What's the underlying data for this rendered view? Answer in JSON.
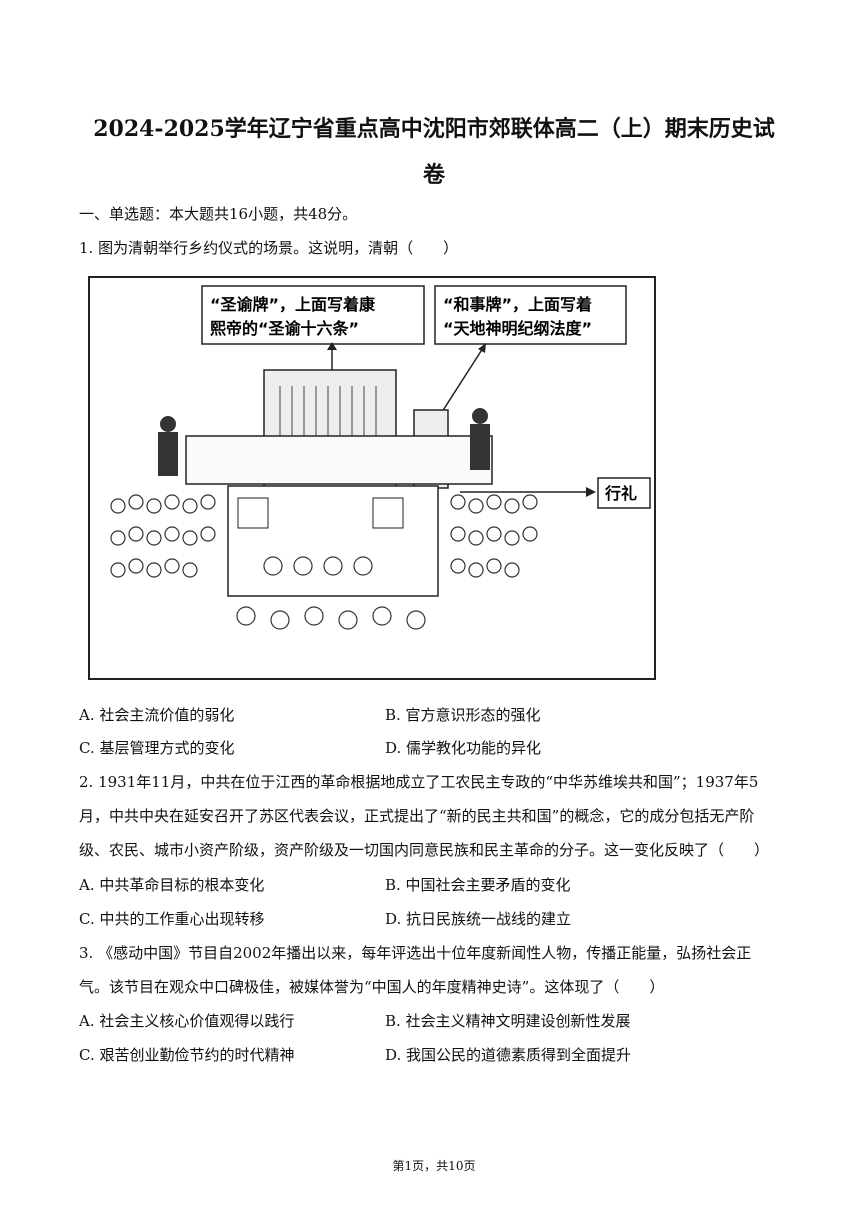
{
  "document": {
    "title_line1": "2024-2025学年辽宁省重点高中沈阳市郊联体高二（上）期末历史试",
    "title_line2": "卷",
    "section_heading": "一、单选题：本大题共16小题，共48分。",
    "questions": [
      {
        "stem_lines": [
          "1. 图为清朝举行乡约仪式的场景。这说明，清朝（　　）"
        ],
        "options": [
          "A. 社会主流价值的弱化",
          "B. 官方意识形态的强化",
          "C. 基层管理方式的变化",
          "D. 儒学教化功能的异化"
        ]
      },
      {
        "stem_lines": [
          "2. 1931年11月，中共在位于江西的革命根据地成立了工农民主专政的“中华苏维埃共和国”；1937年5",
          "月，中共中央在延安召开了苏区代表会议，正式提出了“新的民主共和国”的概念，它的成分包括无产阶",
          "级、农民、城市小资产阶级，资产阶级及一切国内同意民族和民主革命的分子。这一变化反映了（　　）"
        ],
        "options": [
          "A. 中共革命目标的根本变化",
          "B. 中国社会主要矛盾的变化",
          "C. 中共的工作重心出现转移",
          "D. 抗日民族统一战线的建立"
        ]
      },
      {
        "stem_lines": [
          "3. 《感动中国》节目自2002年播出以来，每年评选出十位年度新闻性人物，传播正能量，弘扬社会正",
          "气。该节目在观众中口碑极佳，被媒体誉为“中国人的年度精神史诗”。这体现了（　　）"
        ],
        "options": [
          "A. 社会主义核心价值观得以践行",
          "B. 社会主义精神文明建设创新性发展",
          "C. 艰苦创业勤俭节约的时代精神",
          "D. 我国公民的道德素质得到全面提升"
        ]
      }
    ],
    "figure": {
      "callout_left_line1": "“圣谕牌”，上面写着康",
      "callout_left_line2": "熙帝的“圣谕十六条”",
      "callout_right_line1": "“和事牌”，上面写着",
      "callout_right_line2": "“天地神明纪纲法度”",
      "arrow_label": "行礼"
    },
    "footer": "第1页，共10页"
  }
}
